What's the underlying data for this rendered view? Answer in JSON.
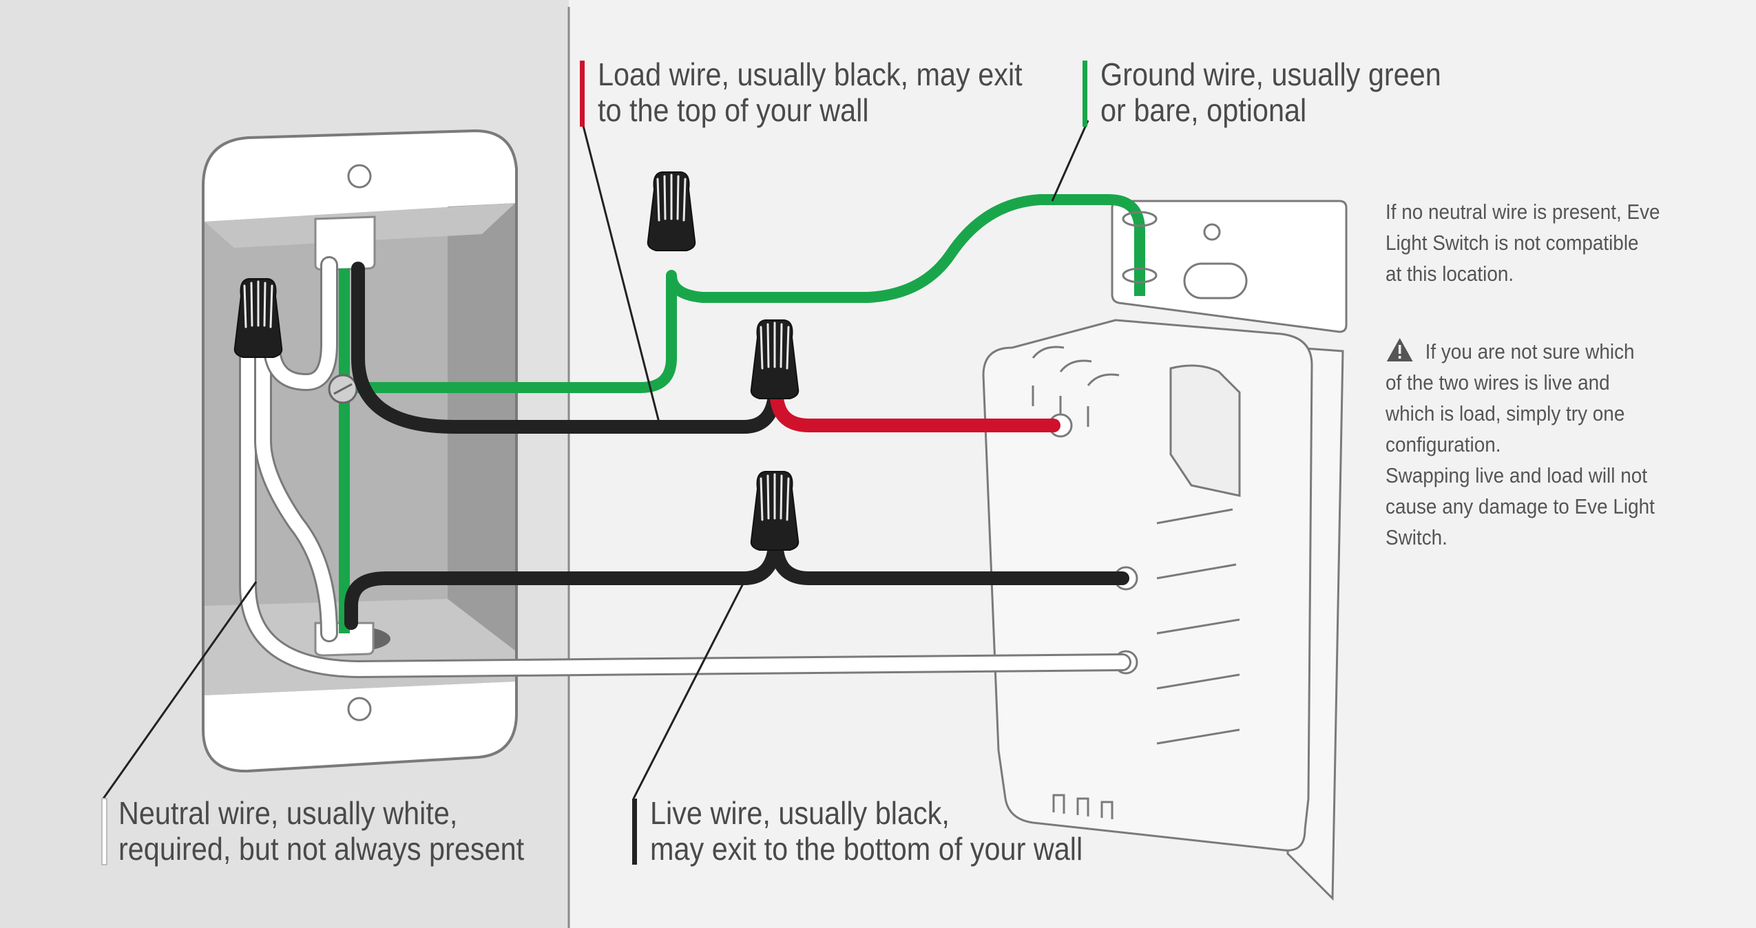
{
  "colors": {
    "background": "#f2f2f2",
    "wall_left": "#e1e1e1",
    "box_inner": "#a9a9a9",
    "outline": "#7a7a7a",
    "ground_wire": "#19a64a",
    "load_wire": "#d0112b",
    "hot_wire": "#222222",
    "neutral_wire": "#ffffff",
    "text": "#4a4a4a",
    "note_text": "#555555"
  },
  "icons": {
    "warning": "warning-triangle-icon",
    "wire_nut": "wire-nut-icon"
  },
  "labels": {
    "load": {
      "line1": "Load wire, usually black, may exit",
      "line2": "to the top of your wall"
    },
    "ground": {
      "line1": "Ground wire, usually green",
      "line2": "or bare, optional"
    },
    "neutral": {
      "line1": "Neutral wire, usually white,",
      "line2": "required, but not always present"
    },
    "live": {
      "line1": "Live wire, usually black,",
      "line2": "may exit to the bottom of your wall"
    }
  },
  "notes": {
    "no_neutral": {
      "line1": "If no neutral wire is present, Eve",
      "line2": "Light Switch is not compatible",
      "line3": "at this location."
    },
    "swap": {
      "line1": "If you are not sure which",
      "line2": "of the two wires is live and",
      "line3": "which is load, simply try one",
      "line4": "configuration.",
      "line5": "Swapping live and load will not",
      "line6": "cause any damage to Eve Light",
      "line7": "Switch."
    }
  }
}
